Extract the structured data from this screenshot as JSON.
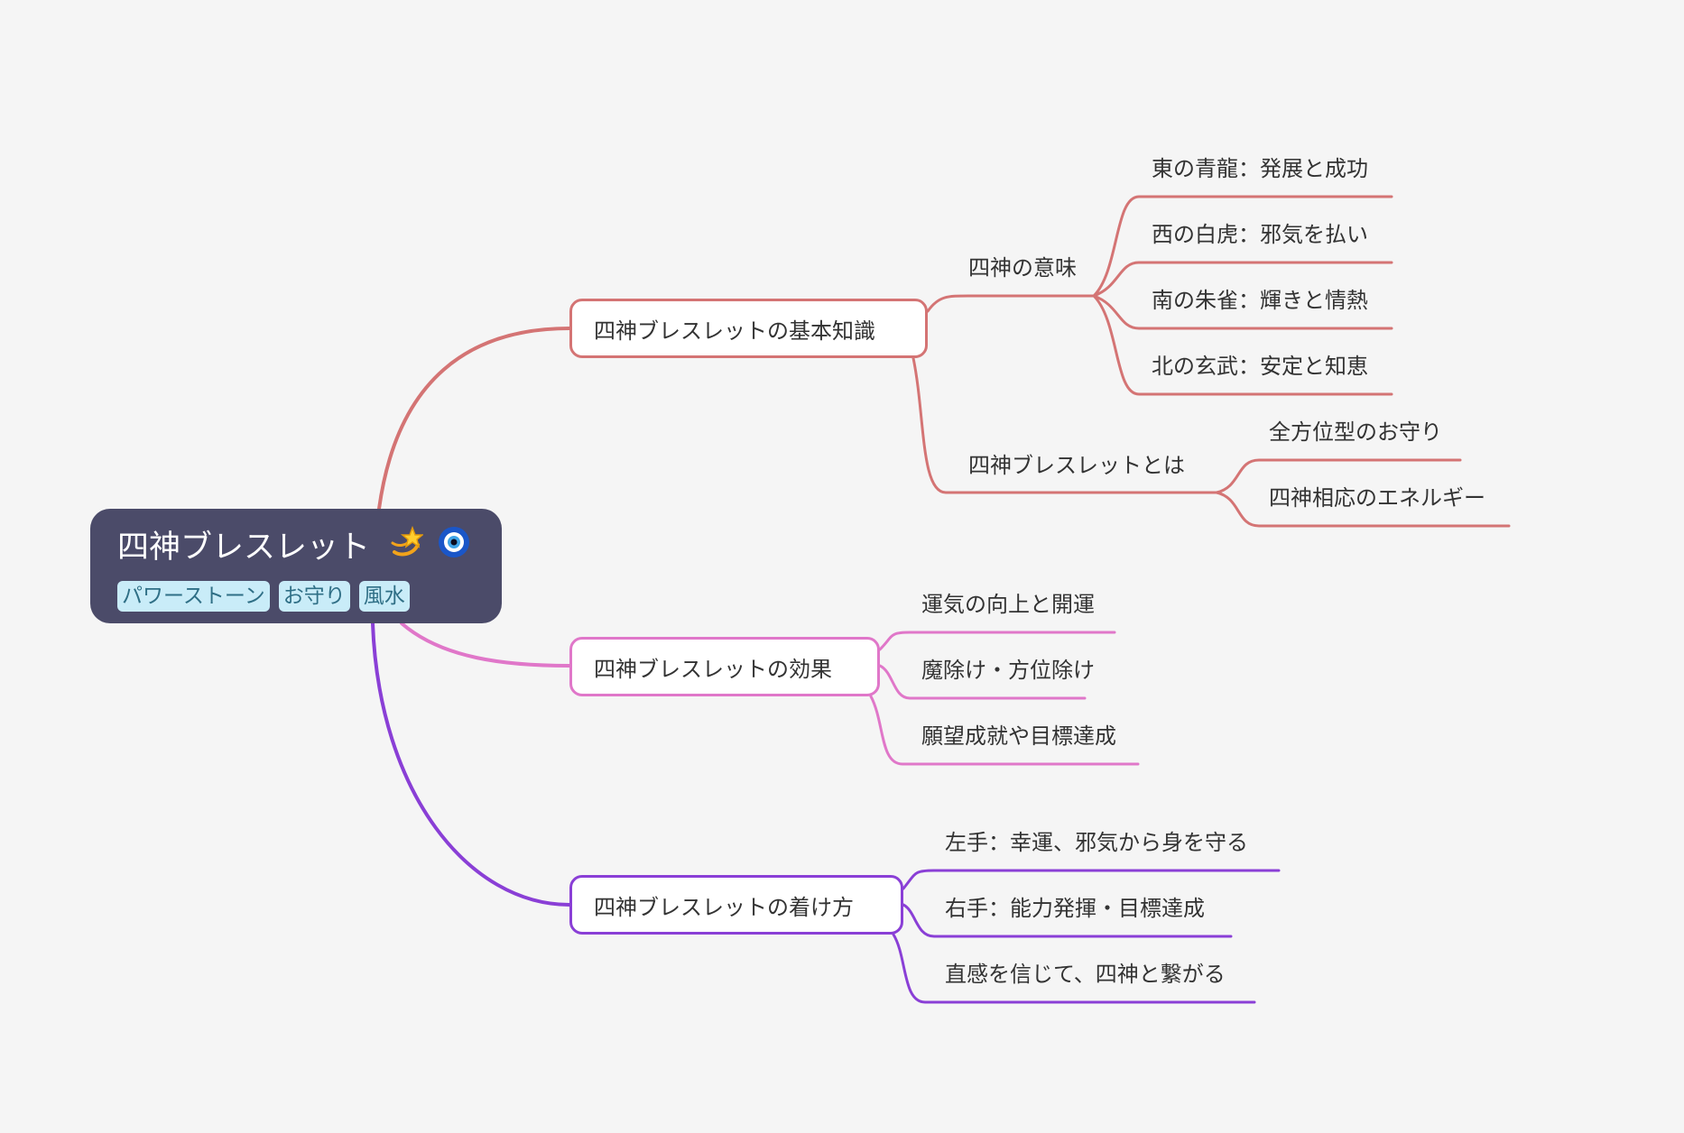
{
  "root": {
    "title": "四神ブレスレット",
    "icons": [
      "sparkle-star-emoji",
      "nazar-eye-emoji"
    ],
    "tags": [
      "パワーストーン",
      "お守り",
      "風水"
    ],
    "color": "#4b4b69"
  },
  "branches": [
    {
      "label": "四神ブレスレットの基本知識",
      "color": "#d47474",
      "groups": [
        {
          "label": "四神の意味",
          "items": [
            "東の青龍：発展と成功",
            "西の白虎：邪気を払い",
            "南の朱雀：輝きと情熱",
            "北の玄武：安定と知恵"
          ]
        },
        {
          "label": "四神ブレスレットとは",
          "items": [
            "全方位型のお守り",
            "四神相応のエネルギー"
          ]
        }
      ]
    },
    {
      "label": "四神ブレスレットの効果",
      "color": "#e077c9",
      "items": [
        "運気の向上と開運",
        "魔除け・方位除け",
        "願望成就や目標達成"
      ]
    },
    {
      "label": "四神ブレスレットの着け方",
      "color": "#8a3fd6",
      "items": [
        "左手：幸運、邪気から身を守る",
        "右手：能力発揮・目標達成",
        "直感を信じて、四神と繋がる"
      ]
    }
  ]
}
